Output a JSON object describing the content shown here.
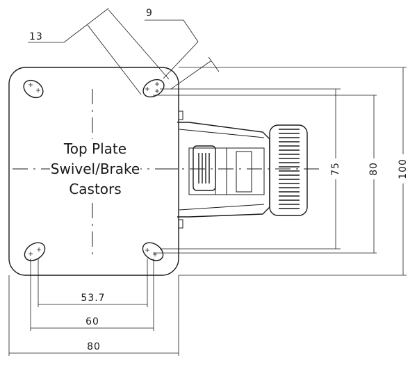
{
  "title": {
    "line1": "Top Plate",
    "line2": "Swivel/Brake",
    "line3": "Castors"
  },
  "dimensions": {
    "bolt_hole_size": "13",
    "slot_width": "9",
    "hole_spacing_inner_horizontal": "53.7",
    "hole_spacing_outer_horizontal": "60",
    "plate_width": "80",
    "hole_spacing_inner_vertical": "75",
    "hole_spacing_outer_vertical": "80",
    "plate_length": "100"
  }
}
